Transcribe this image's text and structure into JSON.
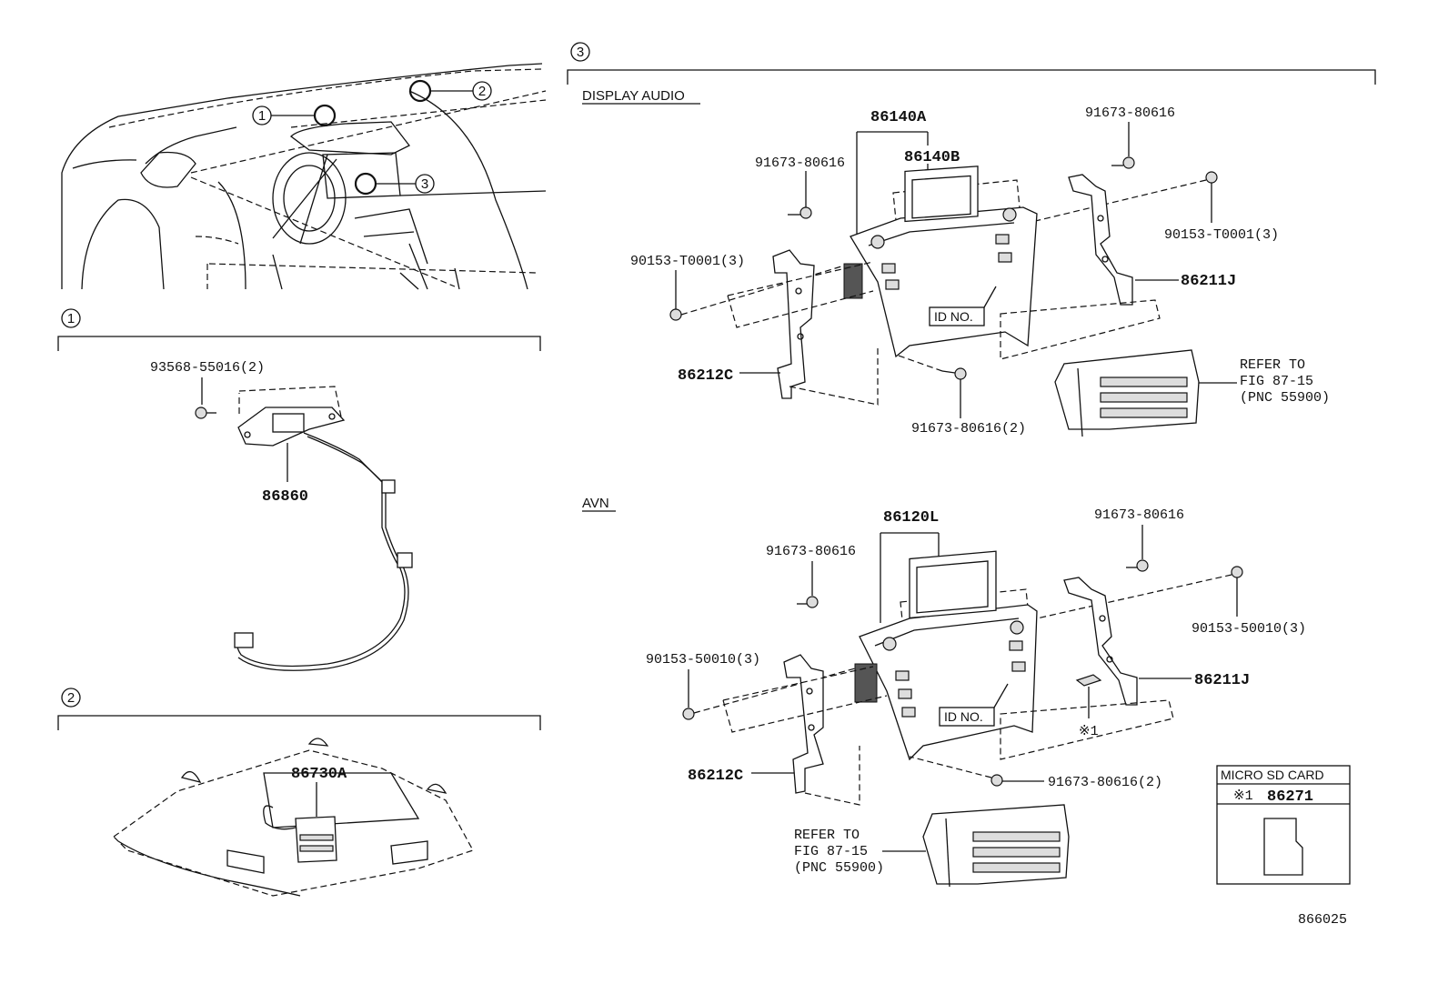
{
  "figure_number": "866025",
  "sections": {
    "s1": {
      "marker": "1"
    },
    "s2": {
      "marker": "2"
    },
    "s3": {
      "marker": "3",
      "display_audio_label": "DISPLAY AUDIO",
      "avn_label": "AVN"
    }
  },
  "overview": {
    "callouts": [
      "1",
      "2",
      "3"
    ]
  },
  "section1_parts": {
    "screw": "93568-55016(2)",
    "camera": "86860"
  },
  "section2_parts": {
    "module": "86730A"
  },
  "display_audio_parts": {
    "assy": "86140A",
    "knob": "86140B",
    "screw_left_top": "91673-80616",
    "screw_right_top": "91673-80616",
    "bolt_left": "90153-T0001(3)",
    "bolt_right": "90153-T0001(3)",
    "bracket_right": "86211J",
    "bracket_left": "86212C",
    "screw_bottom": "91673-80616(2)",
    "id_no": "ID NO.",
    "refer": [
      "REFER TO",
      "FIG 87-15",
      "(PNC 55900)"
    ]
  },
  "avn_parts": {
    "assy": "86120L",
    "screw_left_top": "91673-80616",
    "screw_right_top": "91673-80616",
    "bolt_left": "90153-50010(3)",
    "bolt_right": "90153-50010(3)",
    "bracket_right": "86211J",
    "bracket_left": "86212C",
    "screw_bottom": "91673-80616(2)",
    "id_no": "ID NO.",
    "sd_mark": "※1",
    "refer": [
      "REFER TO",
      "FIG 87-15",
      "(PNC 55900)"
    ]
  },
  "sd_card_box": {
    "title": "MICRO SD CARD",
    "mark": "※1",
    "part": "86271"
  }
}
